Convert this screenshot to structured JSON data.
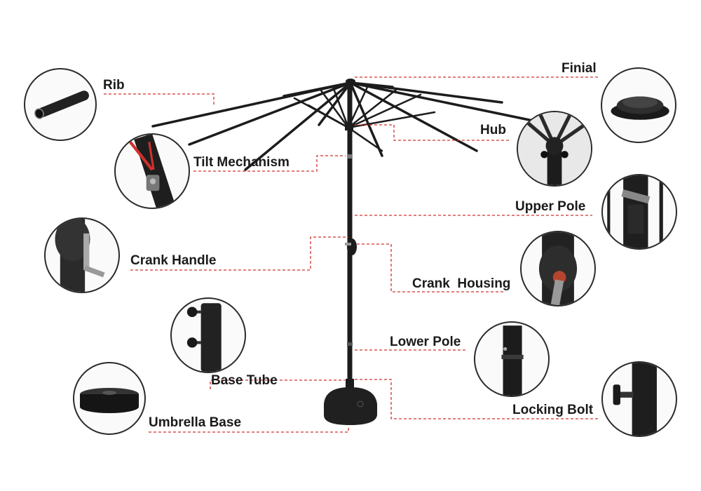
{
  "diagram": {
    "labels": {
      "rib": "Rib",
      "tilt_mechanism": "Tilt Mechanism",
      "crank_handle": "Crank Handle",
      "base_tube": "Base Tube",
      "umbrella_base": "Umbrella Base",
      "finial": "Finial",
      "hub": "Hub",
      "upper_pole": "Upper Pole",
      "crank_housing": "Crank  Housing",
      "lower_pole": "Lower Pole",
      "locking_bolt": "Locking Bolt"
    },
    "colors": {
      "leader_line": "#d0312d",
      "pole": "#1c1c1c",
      "circle_border": "#2b2b2b",
      "label_text": "#1a1a1a"
    }
  }
}
